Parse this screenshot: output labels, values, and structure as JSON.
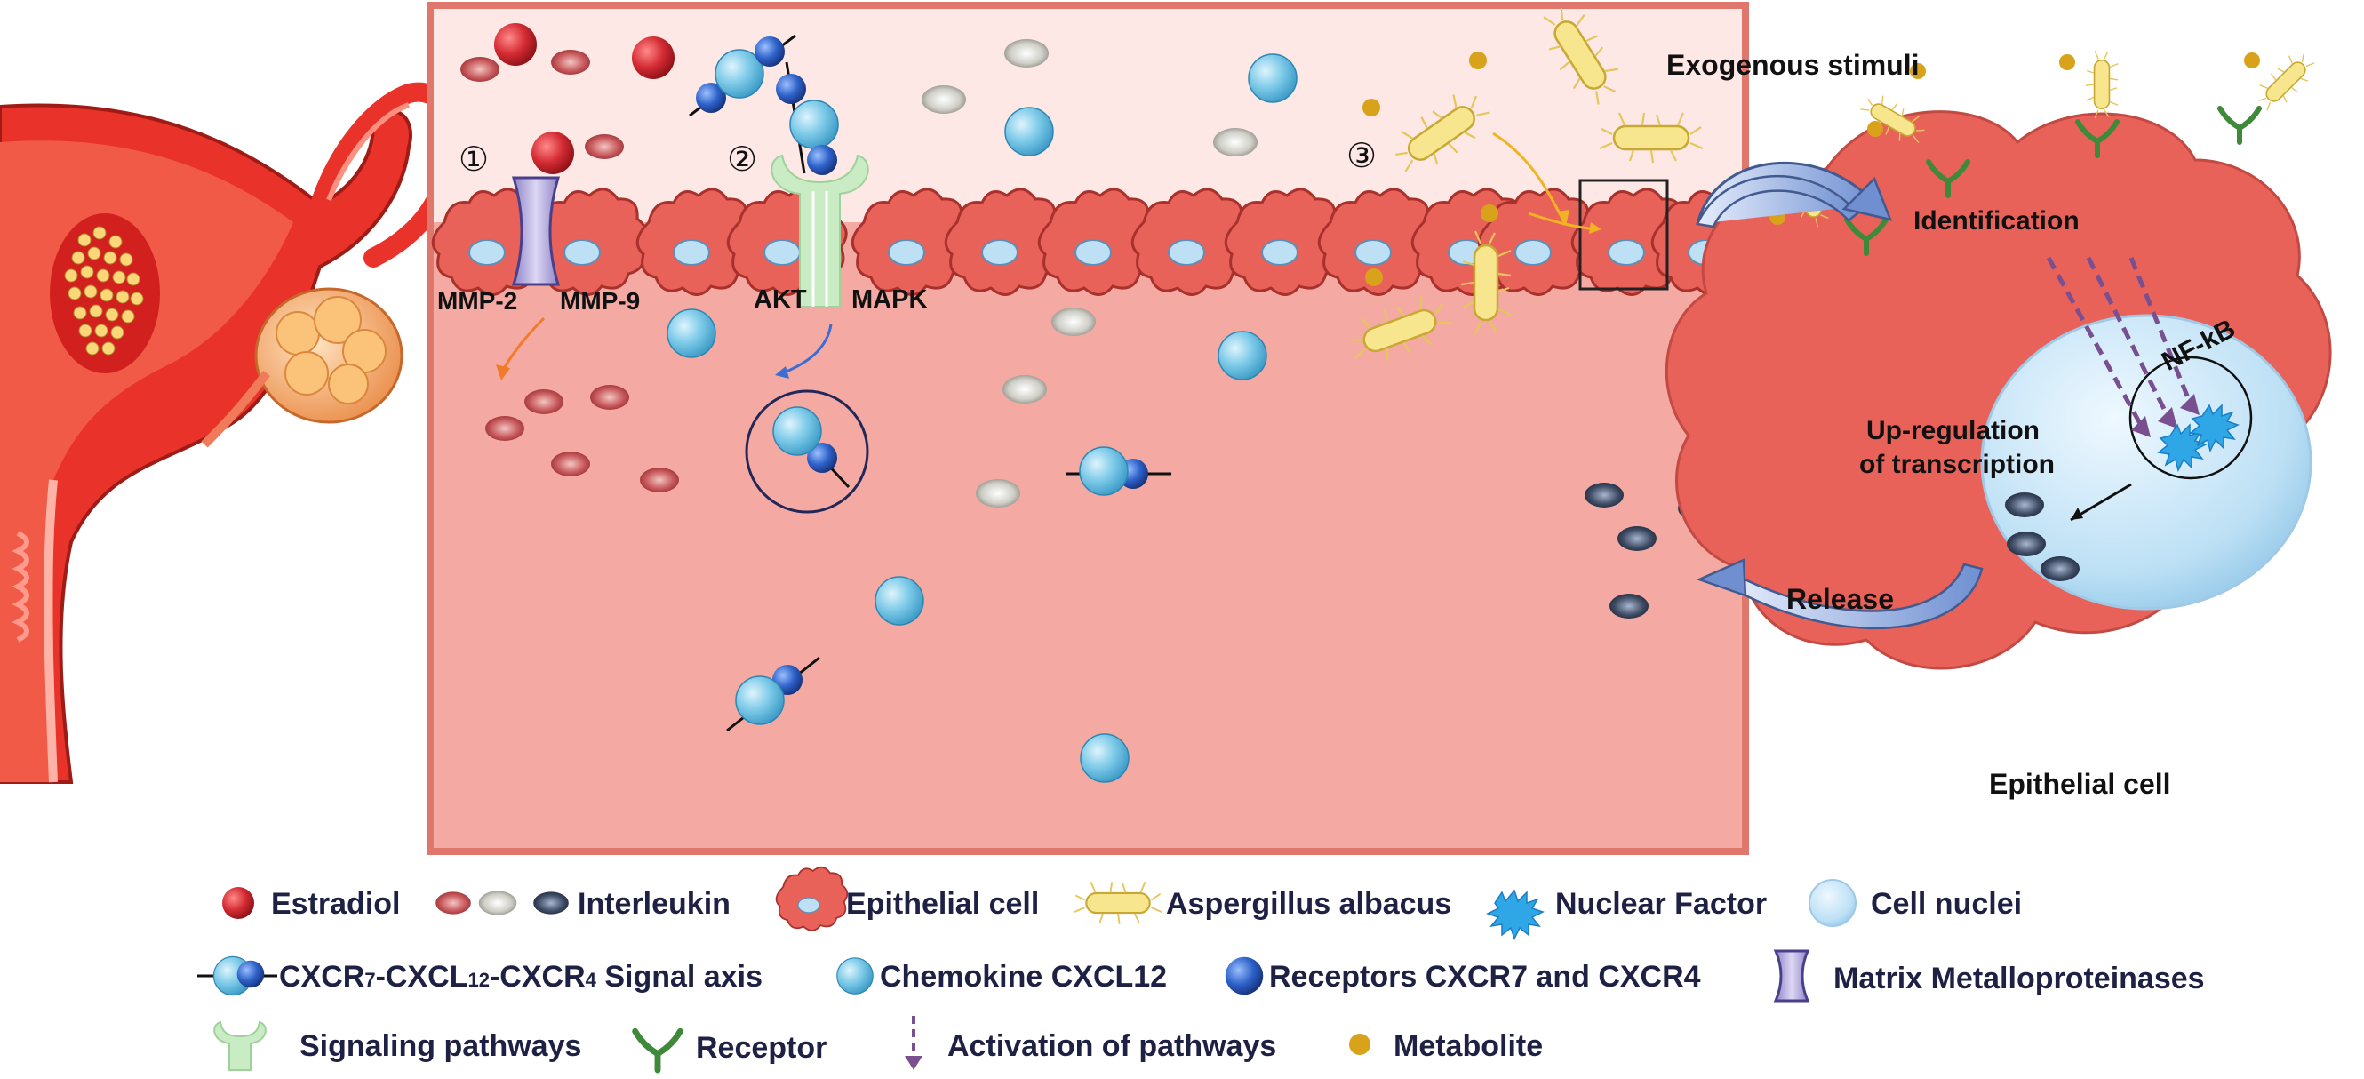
{
  "panel": {
    "step_1": "①",
    "step_2": "②",
    "step_3": "③",
    "mmp2": "MMP-2",
    "mmp9": "MMP-9",
    "akt": "AKT",
    "mapk": "MAPK"
  },
  "cell_panel": {
    "exogenous": "Exogenous stimuli",
    "identification": "Identification",
    "nfkb": "NF-kB",
    "upreg_line1": "Up-regulation",
    "upreg_line2": "of transcription",
    "release": "Release",
    "epithelial": "Epithelial cell"
  },
  "legend": {
    "estradiol": "Estradiol",
    "interleukin": "Interleukin",
    "epithelial_cell": "Epithelial cell",
    "aspergillus": "Aspergillus albacus",
    "nuclear_factor": "Nuclear Factor",
    "cell_nuclei": "Cell nuclei",
    "axis_a": "CXCR",
    "axis_a_sub": "7",
    "axis_b": "-CXCL",
    "axis_b_sub": "12",
    "axis_c": "-CXCR",
    "axis_c_sub": "4",
    "axis_d": " Signal axis",
    "chemokine": "Chemokine CXCL12",
    "receptors": "Receptors CXCR7 and CXCR4",
    "mmp": "Matrix Metalloproteinases",
    "signaling": "Signaling pathways",
    "receptor": "Receptor",
    "activation": "Activation of pathways",
    "metabolite": "Metabolite"
  },
  "colors": {
    "uterus_red": "#e8322a",
    "tissue_pink": "#f4aaa2",
    "top_pink": "#fde8e6",
    "panel_border": "#e0776c",
    "epithelial_red": "#e8625a",
    "nucleus_blue": "#bde0f5",
    "chemokine_blue": "#6cc3e6",
    "receptor_blue": "#2a63c8",
    "estradiol_red": "#d42b33",
    "fungus_yellow": "#f8e68e",
    "metabolite_gold": "#d9a21b",
    "receptor_green": "#3f8a3a",
    "arrow_purple": "#7a4f8f"
  }
}
